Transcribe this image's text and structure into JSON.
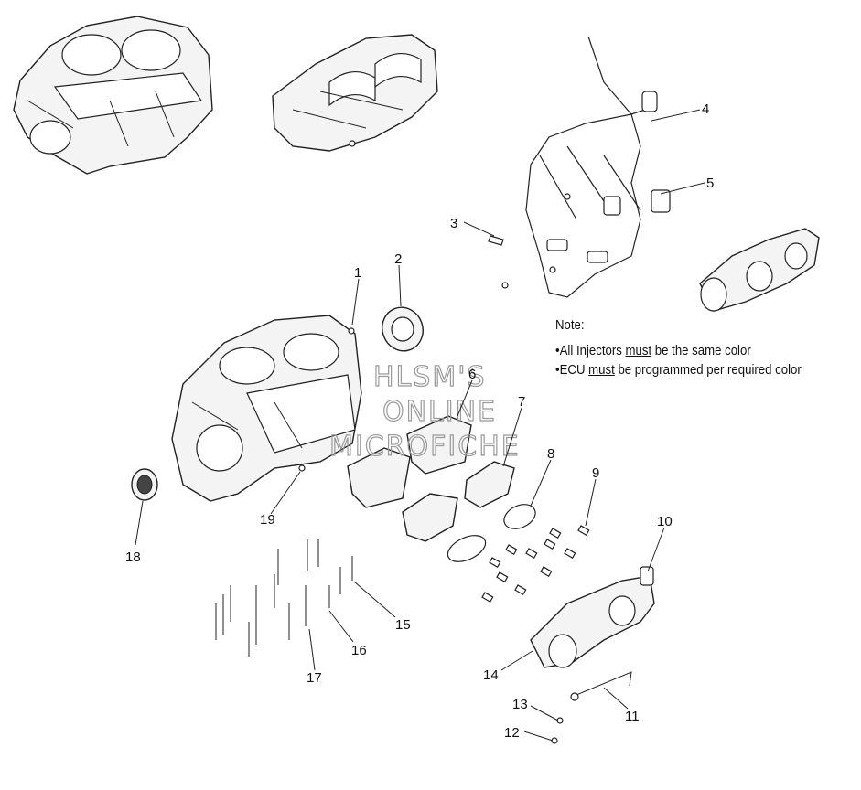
{
  "callouts": [
    {
      "label": "1"
    },
    {
      "label": "2"
    },
    {
      "label": "3"
    },
    {
      "label": "4"
    },
    {
      "label": "5"
    },
    {
      "label": "6"
    },
    {
      "label": "7"
    },
    {
      "label": "8"
    },
    {
      "label": "9"
    },
    {
      "label": "10"
    },
    {
      "label": "11"
    },
    {
      "label": "12"
    },
    {
      "label": "13"
    },
    {
      "label": "14"
    },
    {
      "label": "15"
    },
    {
      "label": "16"
    },
    {
      "label": "17"
    },
    {
      "label": "18"
    },
    {
      "label": "19"
    }
  ],
  "note": {
    "title": "Note:",
    "line1_prefix": "•All Injectors ",
    "line1_emph": "must",
    "line1_suffix": " be the same color",
    "line2_prefix": "•ECU ",
    "line2_emph": "must",
    "line2_suffix": " be programmed per required color"
  },
  "watermark": {
    "line1": "HLSM'S",
    "line2": "ONLINE",
    "line3": "MICROFICHE"
  }
}
